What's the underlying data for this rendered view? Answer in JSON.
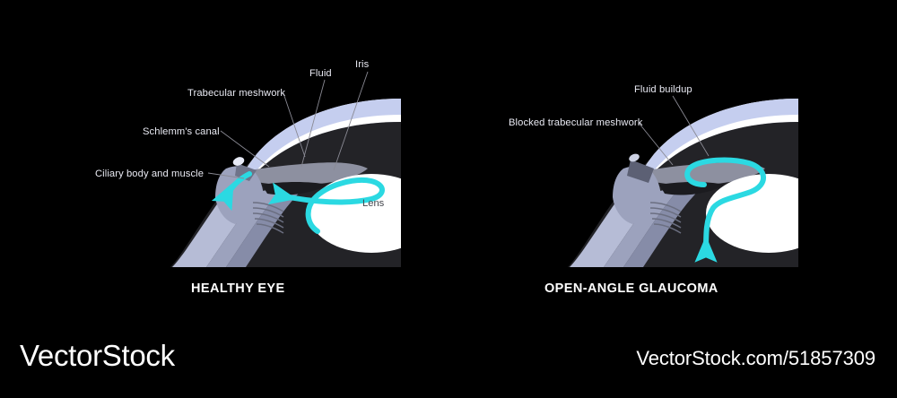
{
  "background": "#000000",
  "diagram": {
    "kind": "medical-illustration",
    "subject": "Anterior chamber aqueous humor flow comparison",
    "panels": [
      {
        "id": "healthy",
        "caption": "HEALTHY EYE",
        "callouts": [
          {
            "id": "trabecular",
            "text": "Trabecular meshwork"
          },
          {
            "id": "schlemm",
            "text": "Schlemm's canal"
          },
          {
            "id": "ciliary",
            "text": "Ciliary body and muscle"
          },
          {
            "id": "fluid",
            "text": "Fluid"
          },
          {
            "id": "iris",
            "text": "Iris"
          }
        ],
        "inline_labels": [
          {
            "id": "lens",
            "text": "Lens"
          }
        ]
      },
      {
        "id": "glaucoma",
        "caption": "OPEN-ANGLE GLAUCOMA",
        "callouts": [
          {
            "id": "blocked",
            "text": "Blocked trabecular meshwork"
          },
          {
            "id": "buildup",
            "text": "Fluid buildup"
          }
        ],
        "inline_labels": []
      }
    ]
  },
  "colors": {
    "background": "#000000",
    "panel_interior": "#232327",
    "cornea_white": "#ffffff",
    "cornea_edge": "#c5ceef",
    "sclera_light": "#b6bcd6",
    "sclera_mid": "#9ca2bd",
    "sclera_dark": "#868ca8",
    "iris_gray": "#8d90a0",
    "lens_white": "#ffffff",
    "fluid_cyan": "#2bd9e2",
    "label_text": "#e9eaf3",
    "leader_line": "#8a8a94",
    "caption_text": "#ffffff",
    "lens_text": "#43454c",
    "watermark_text": "#ffffff"
  },
  "watermark": {
    "logo": "VectorStock",
    "url": "VectorStock.com/51857309"
  }
}
